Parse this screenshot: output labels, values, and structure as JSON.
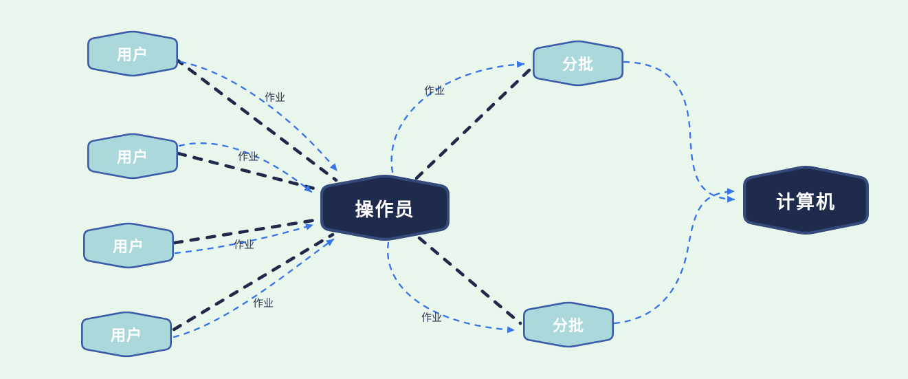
{
  "palette": {
    "background": "#e9f6ec",
    "light_node_fill": "#aad8db",
    "light_node_border": "#3c5ba9",
    "dark_node_fill": "#1e2b4d",
    "dark_node_border": "#35497a",
    "node_text": "#ffffff",
    "dark_edge": "#1d2a4a",
    "blue_edge": "#3a76e8",
    "edge_label_color": "#2a3550"
  },
  "diagram": {
    "nodes": [
      {
        "id": "user-1",
        "label": "用户",
        "variant": "light-hexagon"
      },
      {
        "id": "user-2",
        "label": "用户",
        "variant": "light-hexagon"
      },
      {
        "id": "user-3",
        "label": "用户",
        "variant": "light-hexagon"
      },
      {
        "id": "user-4",
        "label": "用户",
        "variant": "light-hexagon"
      },
      {
        "id": "operator",
        "label": "操作员",
        "variant": "dark-hexagon"
      },
      {
        "id": "batch-top",
        "label": "分批",
        "variant": "light-hexagon"
      },
      {
        "id": "batch-bottom",
        "label": "分批",
        "variant": "light-hexagon"
      },
      {
        "id": "computer",
        "label": "计算机",
        "variant": "dark-hexagon"
      }
    ],
    "edges": [
      {
        "from": "user-1",
        "to": "operator",
        "style": "dark-dashed",
        "label": ""
      },
      {
        "from": "user-2",
        "to": "operator",
        "style": "dark-dashed",
        "label": ""
      },
      {
        "from": "user-3",
        "to": "operator",
        "style": "dark-dashed",
        "label": ""
      },
      {
        "from": "user-4",
        "to": "operator",
        "style": "dark-dashed",
        "label": ""
      },
      {
        "from": "operator",
        "to": "batch-top",
        "style": "dark-dashed",
        "label": ""
      },
      {
        "from": "operator",
        "to": "batch-bottom",
        "style": "dark-dashed",
        "label": ""
      },
      {
        "from": "user-1",
        "to": "operator",
        "style": "blue-dashed-arrow",
        "label": "作业"
      },
      {
        "from": "user-2",
        "to": "operator",
        "style": "blue-dashed-arrow",
        "label": "作业"
      },
      {
        "from": "user-3",
        "to": "operator",
        "style": "blue-dashed-arrow",
        "label": "作业"
      },
      {
        "from": "user-4",
        "to": "operator",
        "style": "blue-dashed-arrow",
        "label": "作业"
      },
      {
        "from": "operator",
        "to": "batch-top",
        "style": "blue-dashed-arrow",
        "label": "作业"
      },
      {
        "from": "operator",
        "to": "batch-bottom",
        "style": "blue-dashed-arrow",
        "label": "作业"
      },
      {
        "from": "batch-top",
        "to": "computer",
        "style": "blue-dashed-arrow",
        "label": ""
      },
      {
        "from": "batch-bottom",
        "to": "computer",
        "style": "blue-dashed-arrow",
        "label": ""
      }
    ]
  }
}
